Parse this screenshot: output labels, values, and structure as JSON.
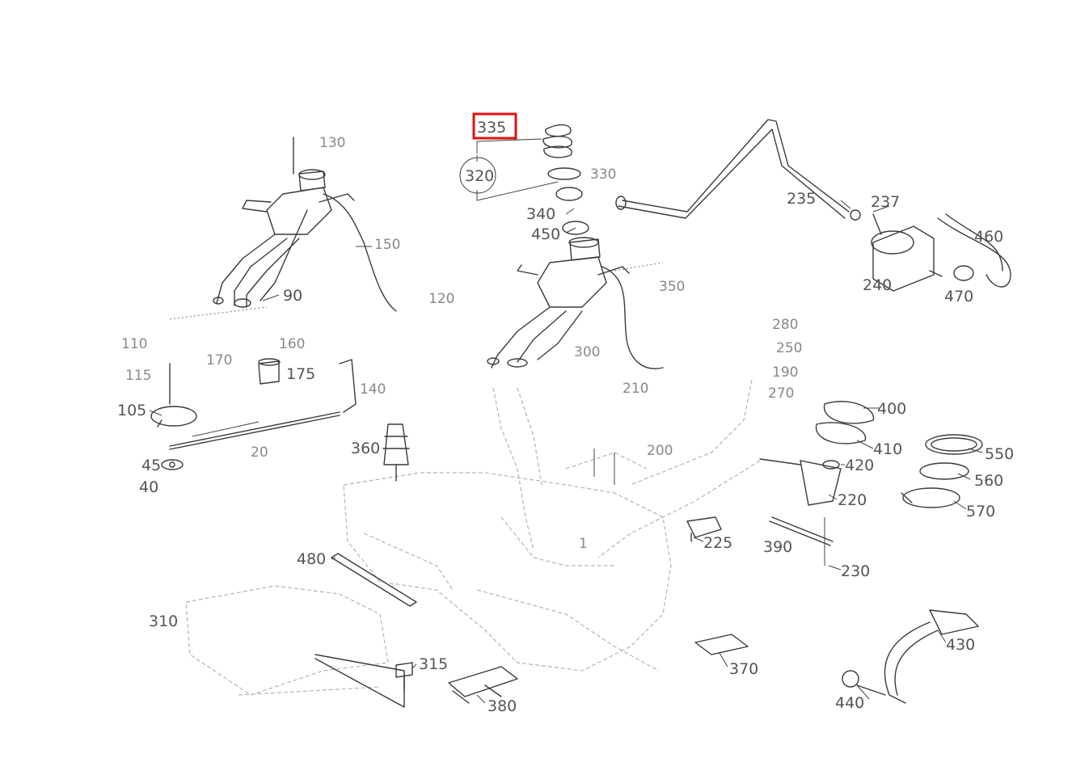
{
  "diagram": {
    "highlighted_label": "335",
    "callouts": {
      "c335": "335",
      "c320": "320",
      "c340": "340",
      "c450": "450",
      "c235": "235",
      "c237": "237",
      "c240": "240",
      "c460": "460",
      "c470": "470",
      "c150": "150",
      "c90": "90",
      "c105": "105",
      "c175": "175",
      "c45": "45",
      "c40": "40",
      "c20": "20",
      "c360": "360",
      "c400": "400",
      "c410": "410",
      "c420": "420",
      "c220": "220",
      "c550": "550",
      "c560": "560",
      "c570": "570",
      "c225": "225",
      "c390": "390",
      "c230": "230",
      "c480": "480",
      "c310": "310",
      "c315": "315",
      "c380": "380",
      "c370": "370",
      "c430": "430",
      "c440": "440",
      "c1": "1"
    },
    "faint_labels": {
      "f110": "110",
      "f170": "170",
      "f160": "160",
      "f120": "120",
      "f130": "130",
      "f300": "300",
      "f200": "200",
      "f280": "280",
      "f250": "250",
      "f190": "190",
      "f270": "270",
      "f330": "330",
      "f350": "350",
      "f140": "140",
      "f210": "210",
      "f115": "115"
    },
    "colors": {
      "line": "#3a3a3a",
      "label": "#555555",
      "highlight": "#e01010"
    }
  }
}
